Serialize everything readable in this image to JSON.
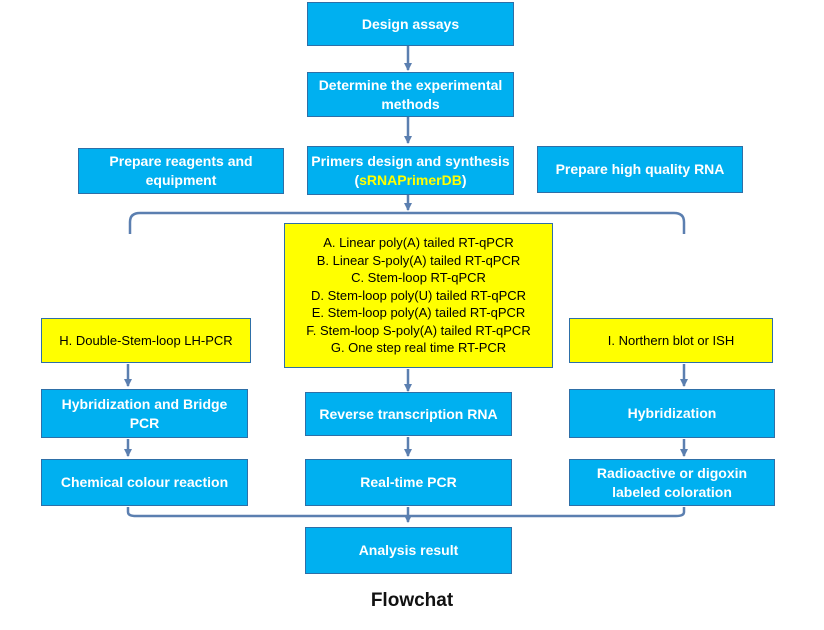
{
  "colors": {
    "process_fill": "#00B0F0",
    "method_fill": "#FFFF00",
    "connector": "#5B7FB0",
    "highlight_text": "#FFFF00"
  },
  "nodes": {
    "design_assays": "Design assays",
    "determine_methods": [
      "Determine the experimental",
      "methods"
    ],
    "prepare_reagents": [
      "Prepare reagents and",
      "equipment"
    ],
    "primers_design": {
      "line1": "Primers design and synthesis",
      "open": "(",
      "tool": "sRNAPrimerDB",
      "close": ")"
    },
    "prepare_rna": "Prepare high quality RNA",
    "methods_list": [
      "A. Linear poly(A) tailed RT-qPCR",
      "B. Linear S-poly(A) tailed RT-qPCR",
      "C. Stem-loop RT-qPCR",
      "D. Stem-loop poly(U) tailed RT-qPCR",
      "E. Stem-loop poly(A) tailed RT-qPCR",
      "F. Stem-loop S-poly(A) tailed RT-qPCR",
      "G. One step real time RT-PCR"
    ],
    "method_h": "H. Double-Stem-loop LH-PCR",
    "method_i": "I. Northern blot or ISH",
    "hybridization_bridge": [
      "Hybridization and Bridge",
      "PCR"
    ],
    "reverse_transcription": "Reverse transcription RNA",
    "hybridization": "Hybridization",
    "chemical_colour": "Chemical colour reaction",
    "realtime_pcr": "Real-time PCR",
    "radioactive": [
      "Radioactive or digoxin",
      "labeled coloration"
    ],
    "analysis_result": "Analysis result"
  },
  "caption": "Flowchat"
}
